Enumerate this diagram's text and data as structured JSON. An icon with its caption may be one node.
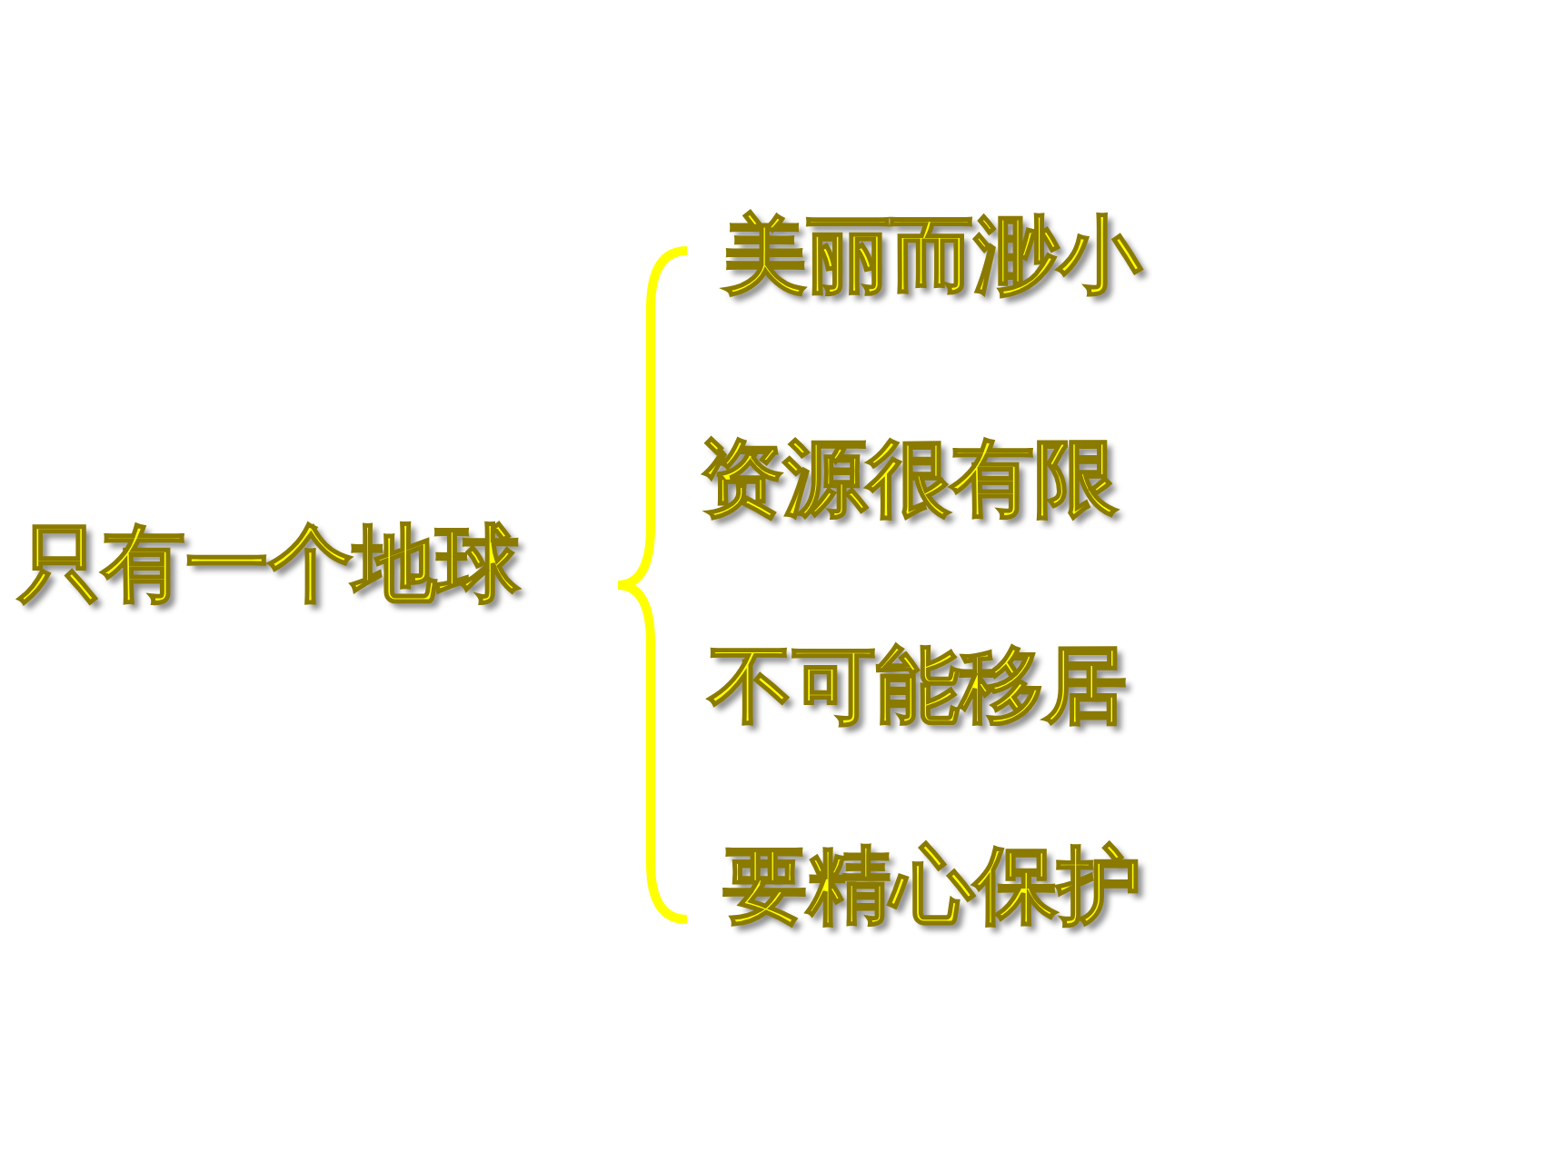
{
  "diagram": {
    "labels": [
      "只有一个地球",
      "美丽而渺小",
      "资源很有限",
      "不可能移居",
      "要精心保护"
    ]
  }
}
